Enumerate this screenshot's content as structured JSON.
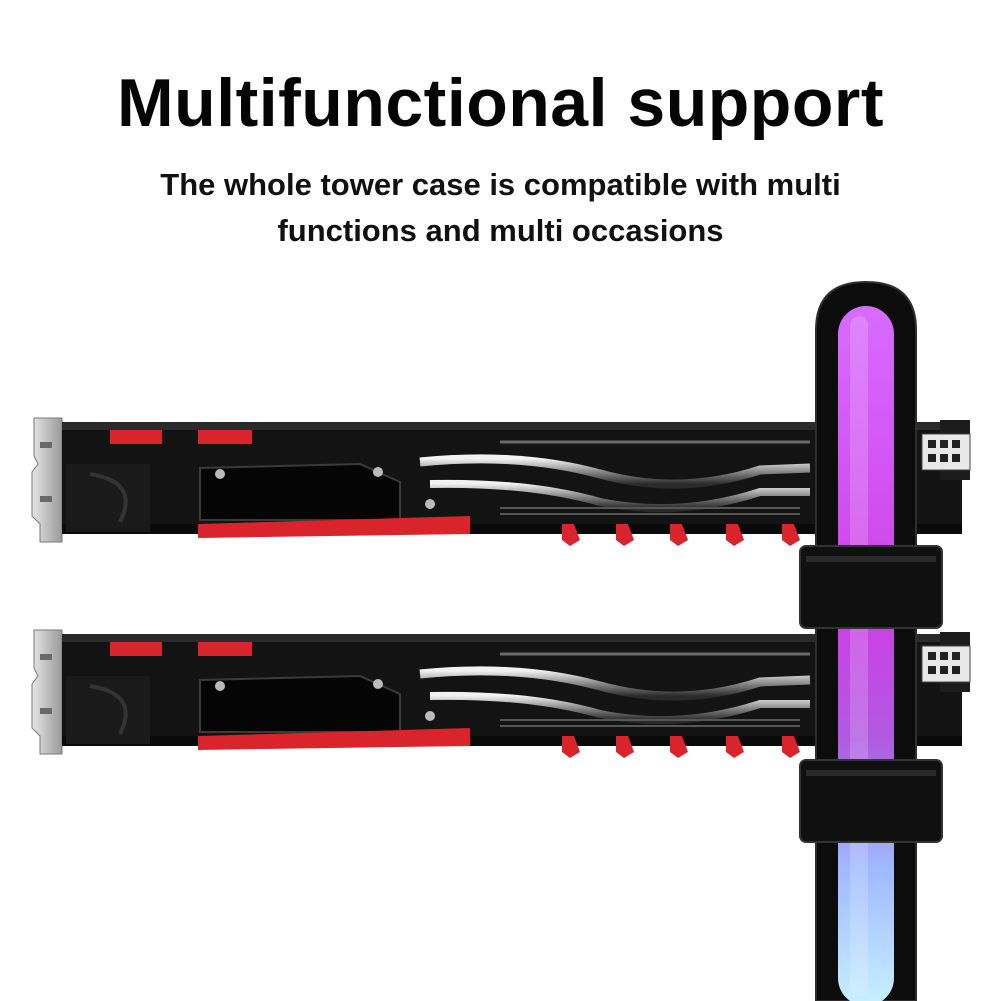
{
  "header": {
    "title": "Multifunctional support",
    "subtitle_line1": "The whole tower case is compatible with multi",
    "subtitle_line2": "functions and multi occasions"
  },
  "colors": {
    "card_body": "#141414",
    "card_accent": "#d8242a",
    "bracket_metal": "#c9c9c9",
    "pillar_shell": "#0c0c0c",
    "light_top": "#e060ff",
    "light_bottom": "#a0d8ff"
  },
  "scene": {
    "objects": [
      "graphics-card-top",
      "graphics-card-bottom",
      "rgb-support-pillar",
      "pillar-clip-upper",
      "pillar-clip-lower"
    ]
  }
}
